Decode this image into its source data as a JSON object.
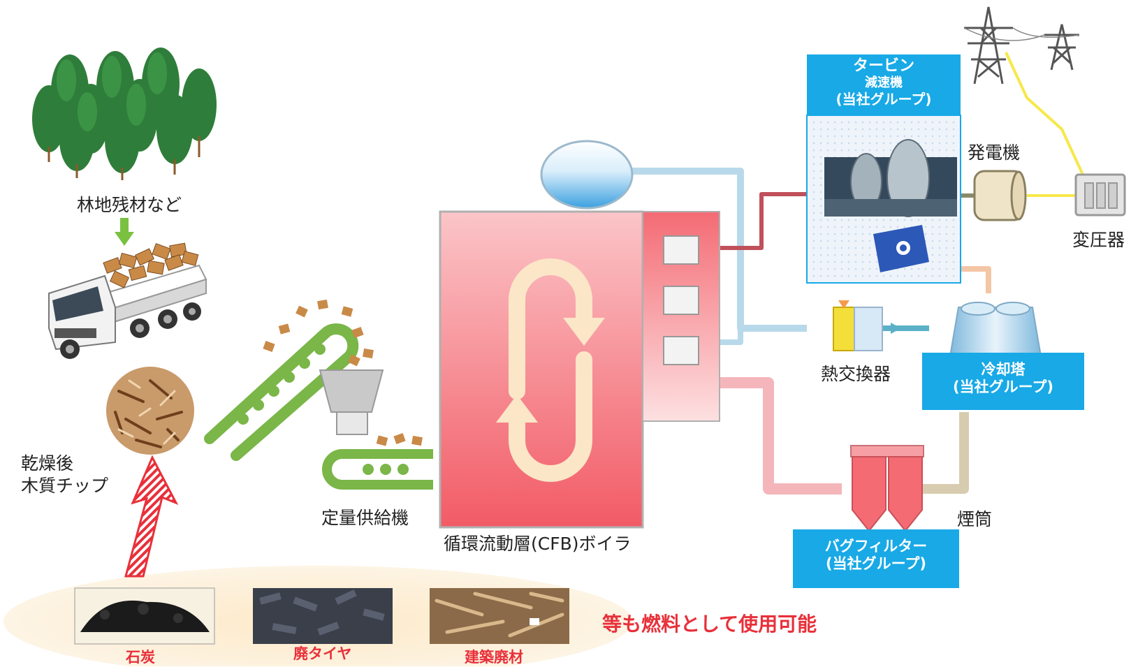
{
  "labels": {
    "forest_residue": "林地残材など",
    "dried_chip_line1": "乾燥後",
    "dried_chip_line2": "木質チップ",
    "feeder": "定量供給機",
    "boiler": "循環流動層(CFB)ボイラ",
    "generator": "発電機",
    "transformer": "変圧器",
    "heat_exchanger": "熱交換器",
    "chimney": "煙筒"
  },
  "boxes": {
    "turbine": {
      "line1": "タービン",
      "line2": "減速機",
      "line3": "(当社グループ)"
    },
    "cooling_tower": {
      "line1": "冷却塔",
      "line2": "(当社グループ)"
    },
    "bag_filter": {
      "line1": "バグフィルター",
      "line2": "(当社グループ)"
    }
  },
  "alt_fuels": {
    "items": [
      "石炭",
      "廃タイヤ",
      "建築廃材"
    ],
    "caption": "等も燃料として使用可能"
  },
  "colors": {
    "box_blue": "#18a9e6",
    "boiler_red": "#f25b66",
    "accent_red": "#e8303a",
    "conveyor_green": "#7ab648"
  }
}
